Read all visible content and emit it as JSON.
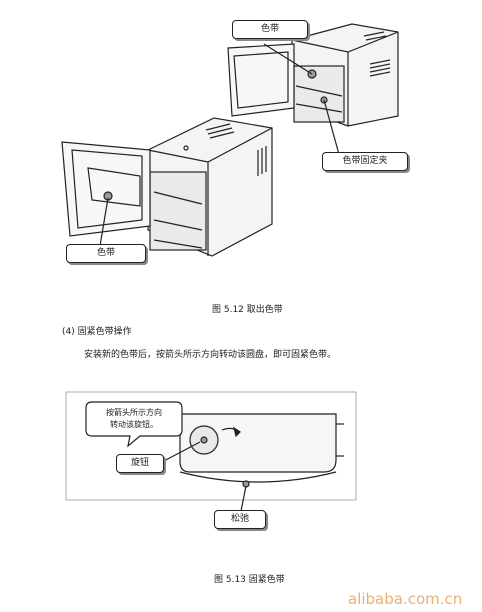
{
  "figure1": {
    "callout_top": "色带",
    "callout_right": "色带固定夹",
    "callout_left": "色带",
    "caption": "图 5.12   取出色带"
  },
  "section": {
    "heading": "(4)  固紧色带操作",
    "body": "安装新的色带后，按箭头所示方向转动该圆盘，即可固紧色带。"
  },
  "figure2": {
    "bubble_line1": "按箭头所示方向",
    "bubble_line2": "转动该旋钮。",
    "label_knob": "旋钮",
    "label_slack": "松弛",
    "caption": "图 5.13 固紧色带"
  },
  "watermark": "alibaba.com.cn"
}
